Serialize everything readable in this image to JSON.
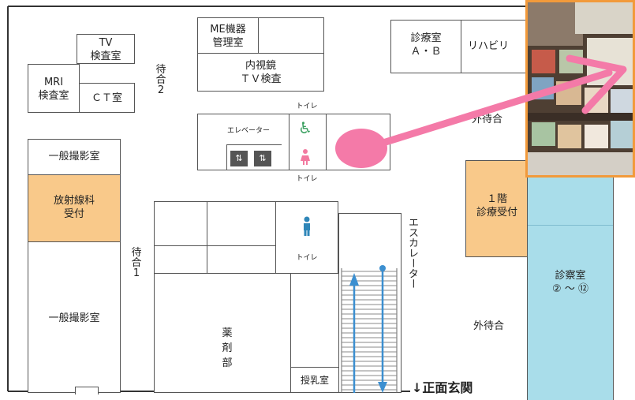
{
  "floor_map": {
    "rooms": {
      "tv_room": "TV\n検査室",
      "mri_room": "MRI\n検査室",
      "ct_room": "ＣＴ室",
      "me_room": "ME機器\n管理室",
      "endoscope_room": "内視鏡\nＴＶ検査",
      "exam_ab": "診療室\nＡ・Ｂ",
      "rehab": "リハビリ",
      "general_xray_top": "一般撮影室",
      "radiology_reception": "放射線科\n受付",
      "general_xray_bottom": "一般撮影室",
      "first_floor_reception": "１階\n診療受付",
      "exam_rooms": "診察室\n② 〜 ⑫",
      "pharmacy": "薬\n剤\n部",
      "nursing_room": "授乳室"
    },
    "waiting_areas": {
      "waiting_2": "待\n合\n2",
      "waiting_1": "待\n合\n1",
      "outer_waiting_top": "外待合",
      "outer_waiting_bottom": "外待合"
    },
    "facilities": {
      "elevator": "エレベーター",
      "toilet_top": "トイレ",
      "toilet_bottom": "トイレ",
      "toilet_mid": "トイレ",
      "escalator": "エスカレーター"
    },
    "entrance": "↓正面玄関"
  },
  "colors": {
    "orange_fill": "#f9c98a",
    "blue_fill": "#a9ddea",
    "pink_marker": "#f47aa8",
    "photo_border": "#f29a3b",
    "accessible_green": "#3aa060",
    "male_blue": "#2f86b8",
    "female_pink": "#f27aa0",
    "escalator_blue": "#3c8fd0"
  },
  "inset_photo": {
    "description_icon": "photo-inset"
  }
}
